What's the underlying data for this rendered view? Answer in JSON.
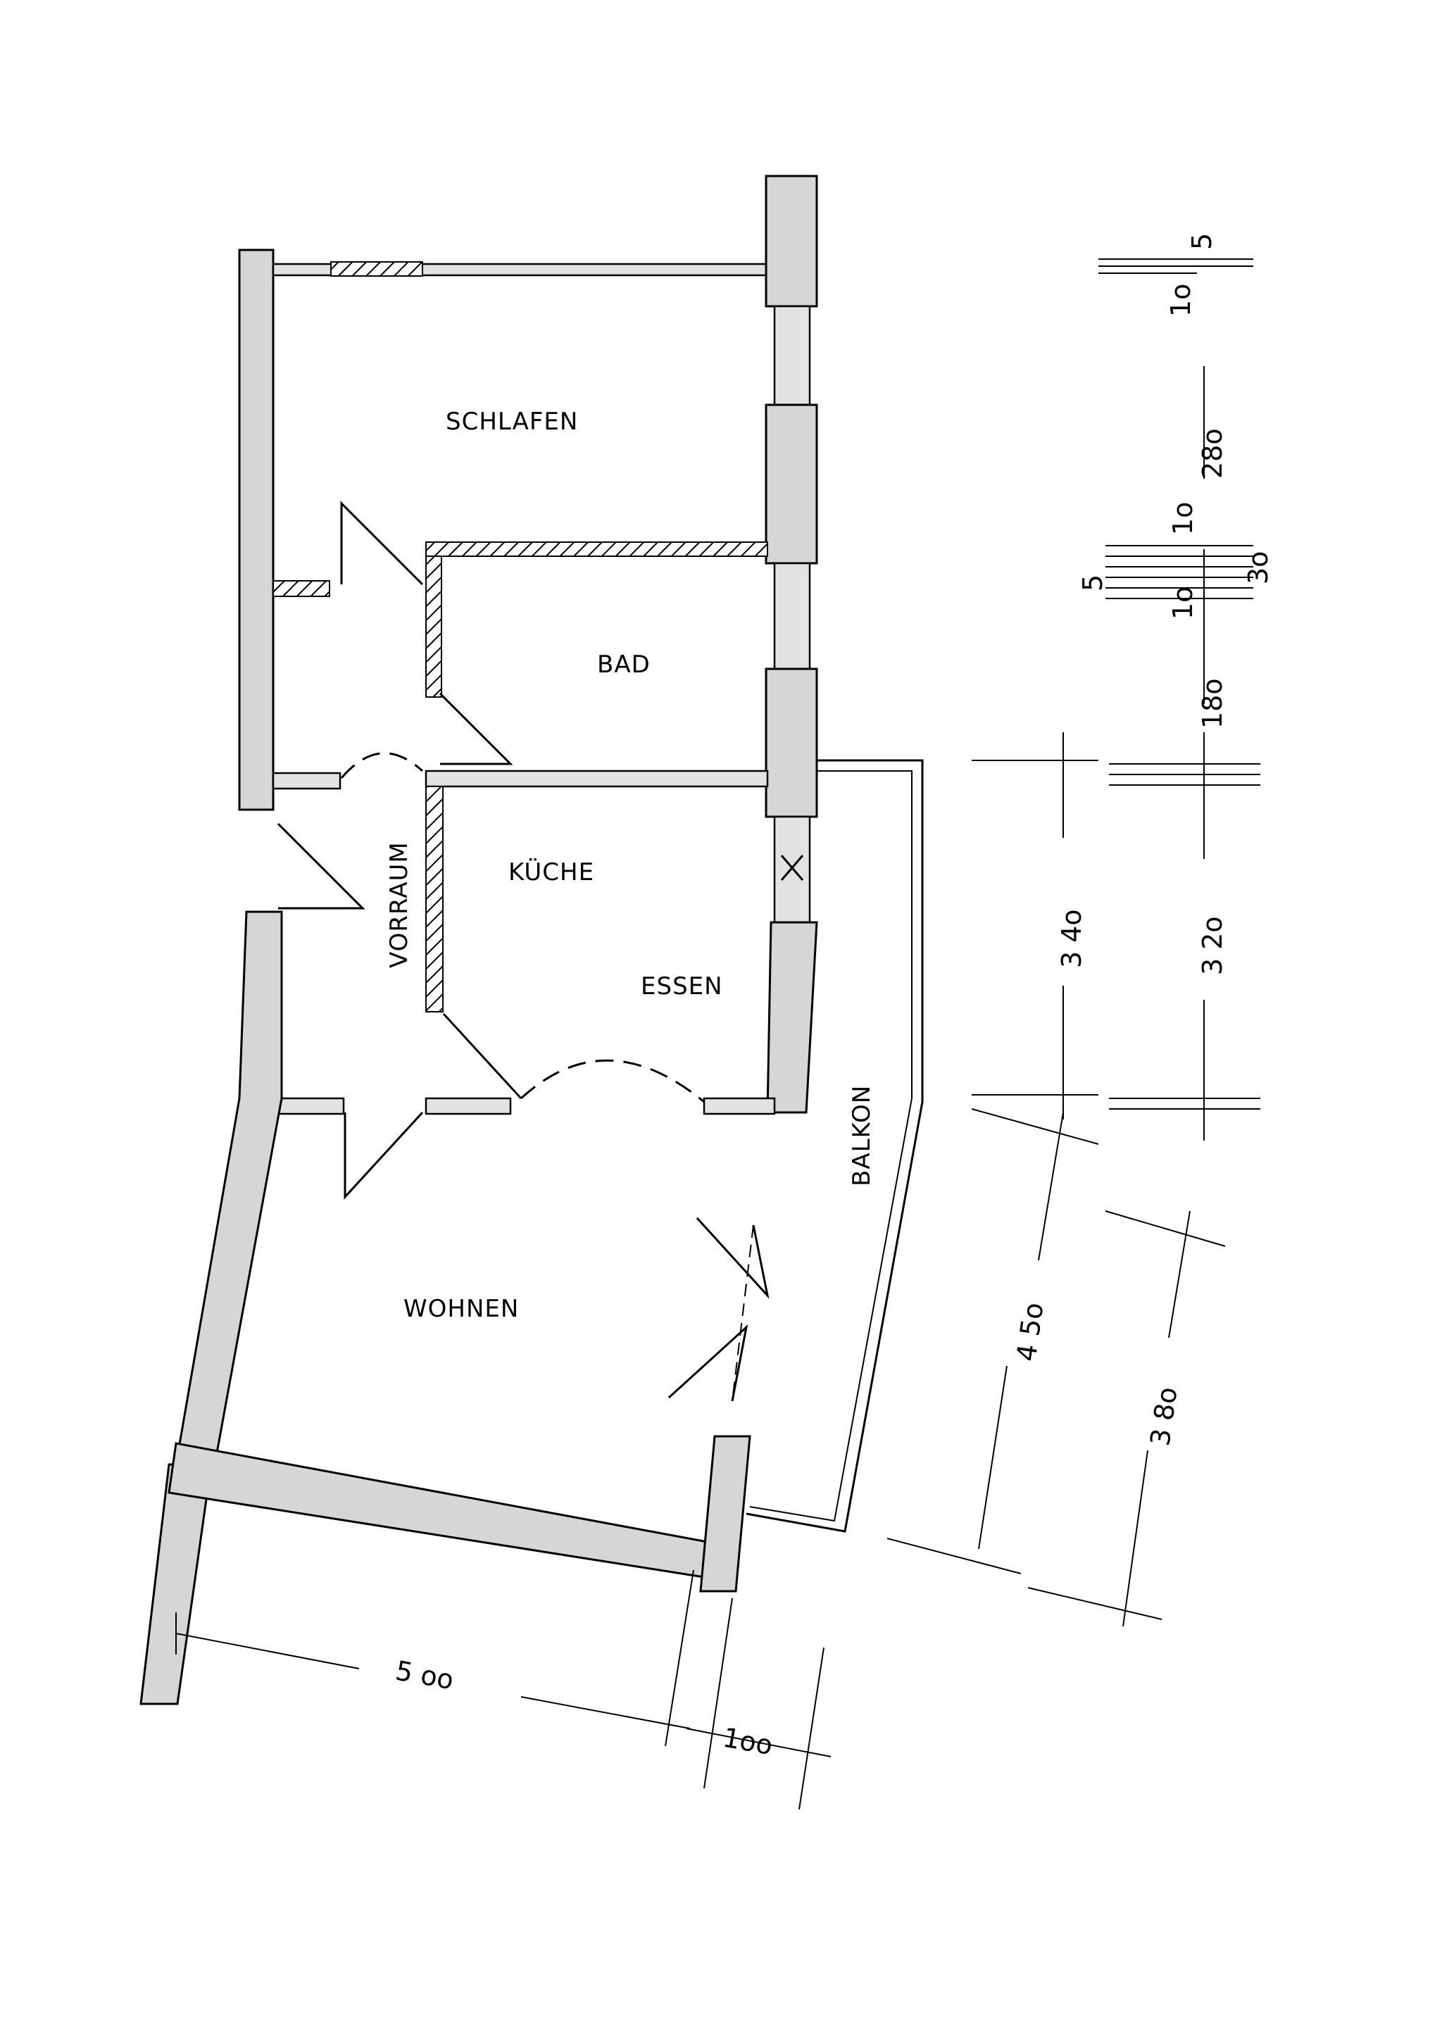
{
  "rooms": {
    "schlafen": "SCHLAFEN",
    "bad": "BAD",
    "kueche": "KÜCHE",
    "essen": "ESSEN",
    "vorraum": "VORRAUM",
    "wohnen": "WOHNEN",
    "balkon": "BALKON"
  },
  "dimensions": {
    "d_5_top": "5",
    "d_10_top": "1o",
    "d_280": "28o",
    "d_10_a": "1o",
    "d_5_mid": "5",
    "d_30": "3o",
    "d_10_b": "1o",
    "d_180": "18o",
    "d_340": "3 4o",
    "d_320": "3 2o",
    "d_450": "4 5o",
    "d_380": "3 8o",
    "d_500": "5 oo",
    "d_100": "1oo"
  }
}
